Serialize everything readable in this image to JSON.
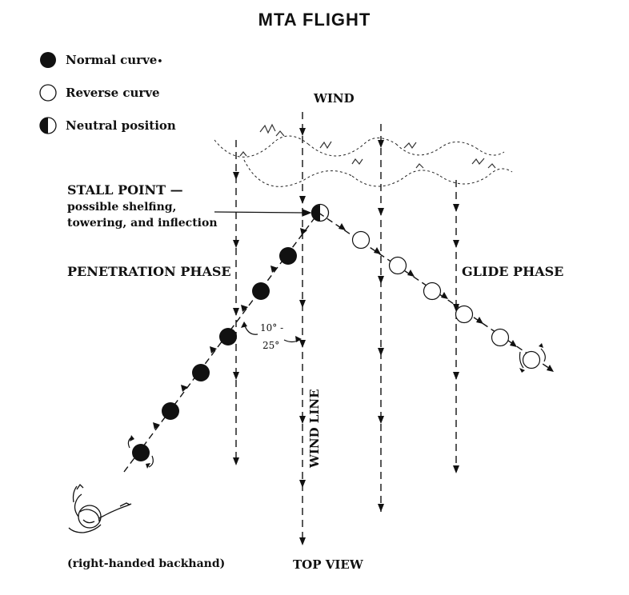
{
  "title": "MTA FLIGHT",
  "legend": {
    "normal": "Normal curve",
    "normal_mark": "•",
    "reverse": "Reverse curve",
    "neutral": "Neutral position"
  },
  "labels": {
    "wind": "WIND",
    "stall_point": "STALL POINT —",
    "stall_line2": "possible shelfing,",
    "stall_line3": "towering, and inflection",
    "penetration": "PENETRATION PHASE",
    "glide": "GLIDE PHASE",
    "angle_line1": "10° -",
    "angle_line2": "25°",
    "wind_line": "WIND LINE",
    "thrower": "(right-handed backhand)",
    "view": "TOP VIEW"
  },
  "colors": {
    "ink": "#111111",
    "paper": "#ffffff"
  }
}
